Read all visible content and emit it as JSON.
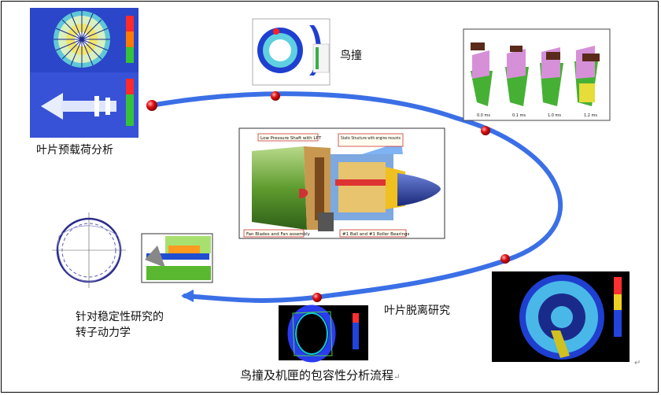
{
  "captions": {
    "blade_preload": "叶片预载荷分析",
    "bird_strike": "鸟撞",
    "rotor_dynamics_line1": "针对稳定性研究的",
    "rotor_dynamics_line2": "转子动力学",
    "blade_off": "叶片脱离研究",
    "flow_title": "鸟撞及机匣的包容性分析流程"
  },
  "engine_callouts": {
    "lp_shaft": "Low Pressure Shaft with LPT",
    "static_structure": "Static Structure with engine mounts",
    "fan_blades": "Fan Blades and Fan assembly",
    "bearings": "#1 Ball and #1 Roller Bearings"
  },
  "bird_sequence_times": [
    "0.0 ms",
    "0.1 ms",
    "1.0 ms",
    "1.2 ms"
  ],
  "colors": {
    "path": "#3b6fe6",
    "node": "#d40000",
    "fan_green": "#3fa63a",
    "contour_blue": "#1f3fd0"
  }
}
